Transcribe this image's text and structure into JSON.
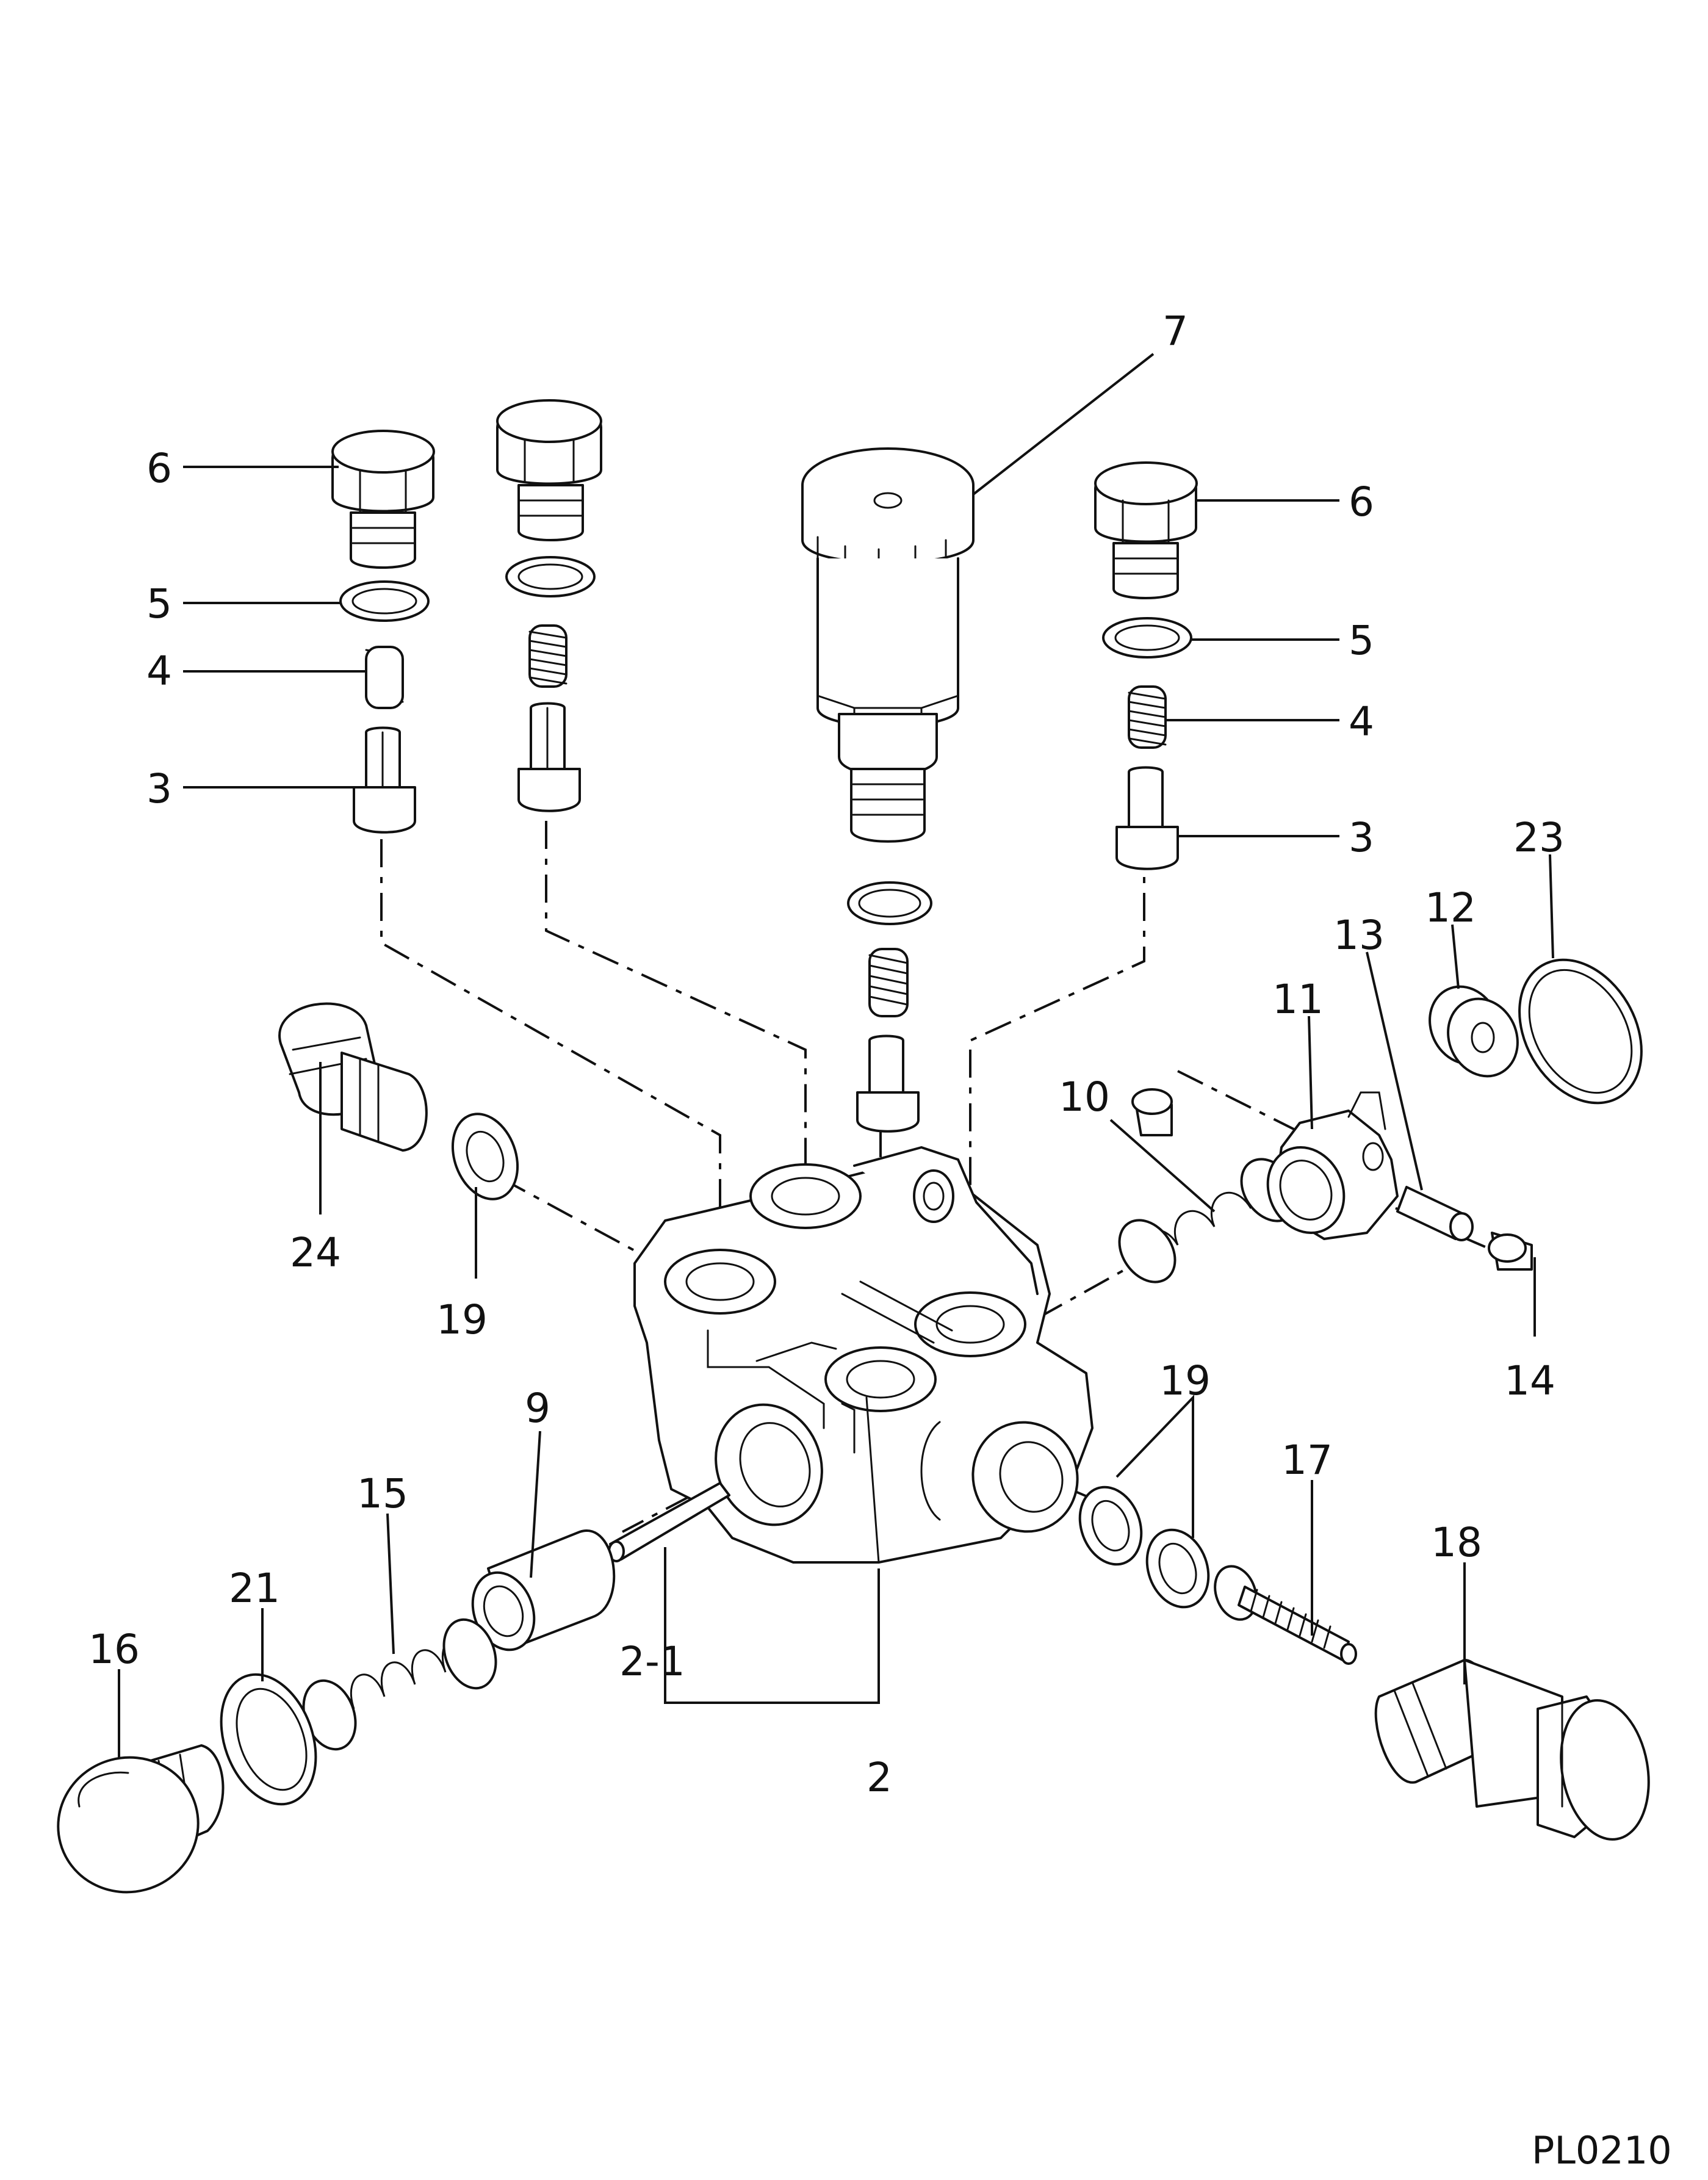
{
  "diagram": {
    "drawing_code": "PL0210",
    "part_labels": [
      {
        "id": "l6a",
        "text": "6"
      },
      {
        "id": "l5a",
        "text": "5"
      },
      {
        "id": "l4a",
        "text": "4"
      },
      {
        "id": "l3a",
        "text": "3"
      },
      {
        "id": "l7",
        "text": "7"
      },
      {
        "id": "l6b",
        "text": "6"
      },
      {
        "id": "l5b",
        "text": "5"
      },
      {
        "id": "l4b",
        "text": "4"
      },
      {
        "id": "l3b",
        "text": "3"
      },
      {
        "id": "l23",
        "text": "23"
      },
      {
        "id": "l12",
        "text": "12"
      },
      {
        "id": "l13",
        "text": "13"
      },
      {
        "id": "l11",
        "text": "11"
      },
      {
        "id": "l10",
        "text": "10"
      },
      {
        "id": "l24",
        "text": "24"
      },
      {
        "id": "l19a",
        "text": "19"
      },
      {
        "id": "l14",
        "text": "14"
      },
      {
        "id": "l9",
        "text": "9"
      },
      {
        "id": "l19b",
        "text": "19"
      },
      {
        "id": "l17",
        "text": "17"
      },
      {
        "id": "l15",
        "text": "15"
      },
      {
        "id": "l21",
        "text": "21"
      },
      {
        "id": "l18",
        "text": "18"
      },
      {
        "id": "l16",
        "text": "16"
      },
      {
        "id": "l2-1",
        "text": "2-1"
      },
      {
        "id": "l2",
        "text": "2"
      }
    ]
  }
}
